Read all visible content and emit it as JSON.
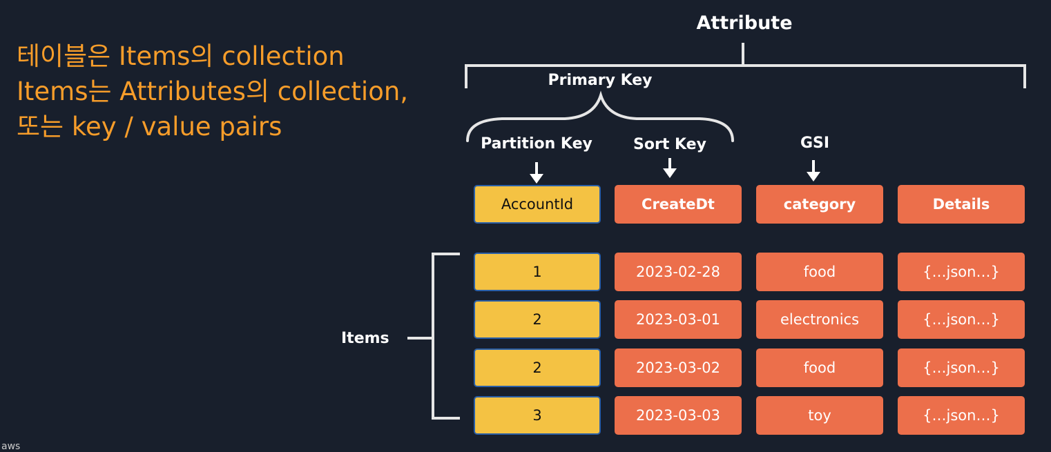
{
  "intro": {
    "line1": "테이블은 Items의 collection",
    "line2": "Items는 Attributes의 collection,",
    "line3": "또는 key / value pairs"
  },
  "labels": {
    "attribute": "Attribute",
    "primary_key": "Primary Key",
    "partition_key": "Partition Key",
    "sort_key": "Sort Key",
    "gsi": "GSI",
    "items": "Items"
  },
  "columns": [
    "AccountId",
    "CreateDt",
    "category",
    "Details"
  ],
  "rows": [
    [
      "1",
      "2023-02-28",
      "food",
      "{…json…}"
    ],
    [
      "2",
      "2023-03-01",
      "electronics",
      "{…json…}"
    ],
    [
      "2",
      "2023-03-02",
      "food",
      "{…json…}"
    ],
    [
      "3",
      "2023-03-03",
      "toy",
      "{…json…}"
    ]
  ],
  "colors": {
    "background": "#181f2c",
    "intro_text": "#f79d2a",
    "key_cell": "#f4c243",
    "key_cell_border": "#2a5fa8",
    "attribute_cell": "#ec6f4b",
    "line": "#e6e6e6"
  },
  "footer": {
    "watermark": "aws"
  }
}
